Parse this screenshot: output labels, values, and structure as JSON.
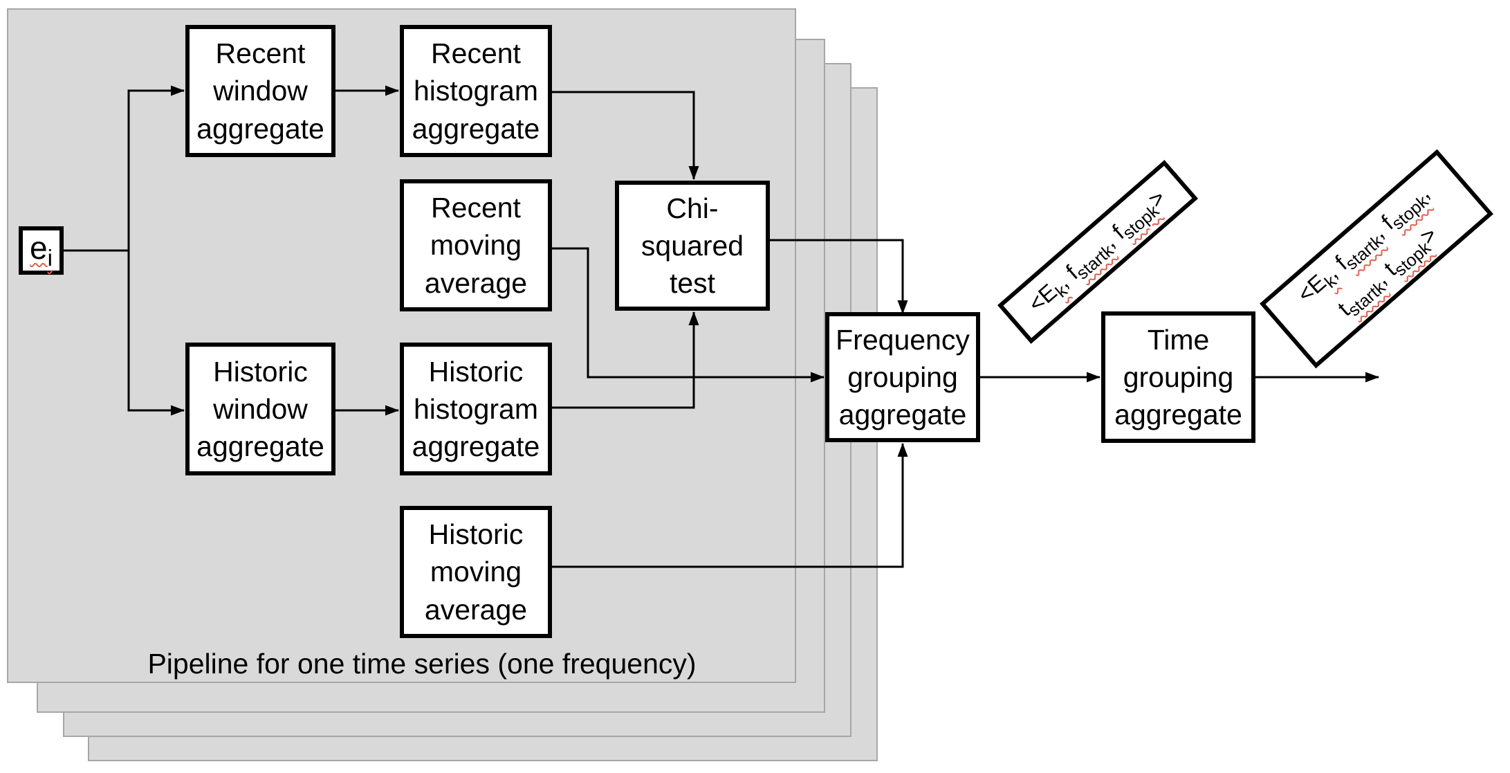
{
  "colors": {
    "panel_fill": "#d9d9d9",
    "panel_border": "#a6a6a6",
    "node_fill": "#ffffff",
    "node_border": "#000000",
    "connector": "#000000",
    "spellcheck_underline": "#e0604d"
  },
  "stack": {
    "panel_count": 4,
    "caption": "Pipeline for one time series (one frequency)"
  },
  "input_node": {
    "base": "e",
    "subscript": "i"
  },
  "nodes": {
    "recent_window": "Recent\nwindow\naggregate",
    "recent_histogram": "Recent\nhistogram\naggregate",
    "recent_moving": "Recent\nmoving\naverage",
    "chi_squared": "Chi-\nsquared\ntest",
    "historic_window": "Historic\nwindow\naggregate",
    "historic_histogram": "Historic\nhistogram\naggregate",
    "historic_moving": "Historic\nmoving\naverage",
    "frequency_grouping": "Frequency\ngrouping\naggregate",
    "time_grouping": "Time\ngrouping\naggregate"
  },
  "tuple_labels": {
    "frequency_tuple": {
      "p0": "<E",
      "p1": "k",
      "p2": ", f",
      "p3": "startk",
      "p4": ", f",
      "p5": "stopk",
      "p6": ">"
    },
    "time_tuple_line1": {
      "p0": "<E",
      "p1": "k",
      "p2": ", f",
      "p3": "startk",
      "p4": ", f",
      "p5": "stopk",
      "p6": ","
    },
    "time_tuple_line2": {
      "p0": "t",
      "p1": "startk",
      "p2": ", t",
      "p3": "stopk",
      "p4": ">"
    }
  }
}
